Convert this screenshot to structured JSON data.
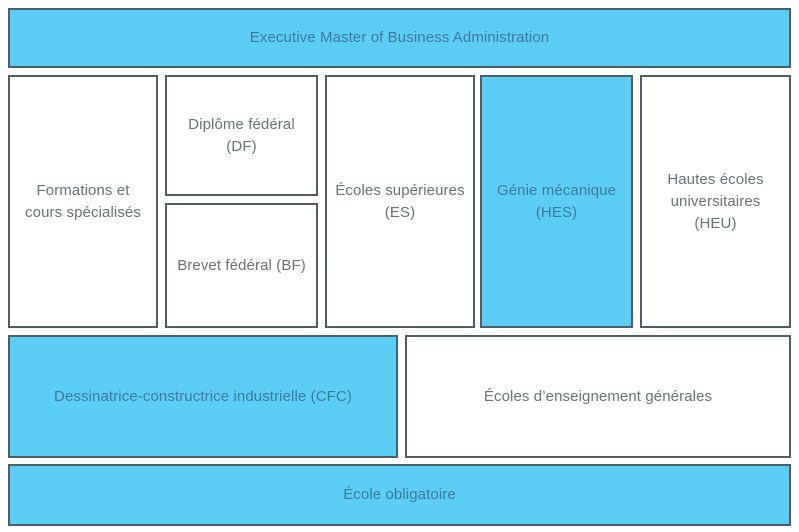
{
  "colors": {
    "accent_fill": "#5BCEF5",
    "box_fill": "#FFFFFF",
    "border": "#4E5D66",
    "text_on_white": "#68717A",
    "text_on_accent": "#3E7698",
    "page_bg": "#FFFFFF"
  },
  "diagram_title": "Executive Master of Business Administration",
  "boxes": {
    "emba": {
      "label": "Executive Master of Business Administration",
      "highlighted": true
    },
    "formations": {
      "label": "Formations et cours spécialisés",
      "highlighted": false
    },
    "df": {
      "label": "Diplôme fédéral (DF)",
      "highlighted": false
    },
    "bf": {
      "label": "Brevet fédéral (BF)",
      "highlighted": false
    },
    "es": {
      "label": "Écoles supérieures (ES)",
      "highlighted": false
    },
    "hes": {
      "label": "Génie mécanique (HES)",
      "highlighted": true
    },
    "heu": {
      "label": "Hautes écoles universitaires (HEU)",
      "highlighted": false
    },
    "cfc": {
      "label": "Dessinatrice-constructrice industrielle (CFC)",
      "highlighted": true
    },
    "eeg": {
      "label": "Écoles d’enseignement générales",
      "highlighted": false
    },
    "obligatoire": {
      "label": "École obligatoire",
      "highlighted": true
    }
  }
}
